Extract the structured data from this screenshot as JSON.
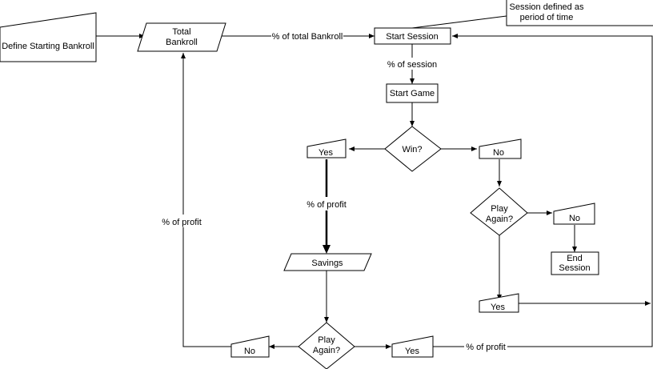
{
  "nodes": {
    "define_bankroll": "Define Starting Bankroll",
    "total_bankroll": [
      "Total",
      "Bankroll"
    ],
    "start_session": "Start Session",
    "session_note": [
      "Session defined as",
      "period of time"
    ],
    "start_game": "Start Game",
    "win": "Win?",
    "yes_win": "Yes",
    "no_win": "No",
    "play_again_right": [
      "Play",
      "Again?"
    ],
    "no_right": "No",
    "end_session": [
      "End",
      "Session"
    ],
    "yes_right": "Yes",
    "savings": "Savings",
    "play_again_bottom": [
      "Play",
      "Again?"
    ],
    "no_bottom": "No",
    "yes_bottom": "Yes"
  },
  "edges": {
    "pct_total_bankroll": "% of total Bankroll",
    "pct_session": "% of session",
    "pct_profit_savings": "% of profit",
    "pct_profit_left": "% of profit",
    "pct_profit_bottom": "% of profit"
  }
}
